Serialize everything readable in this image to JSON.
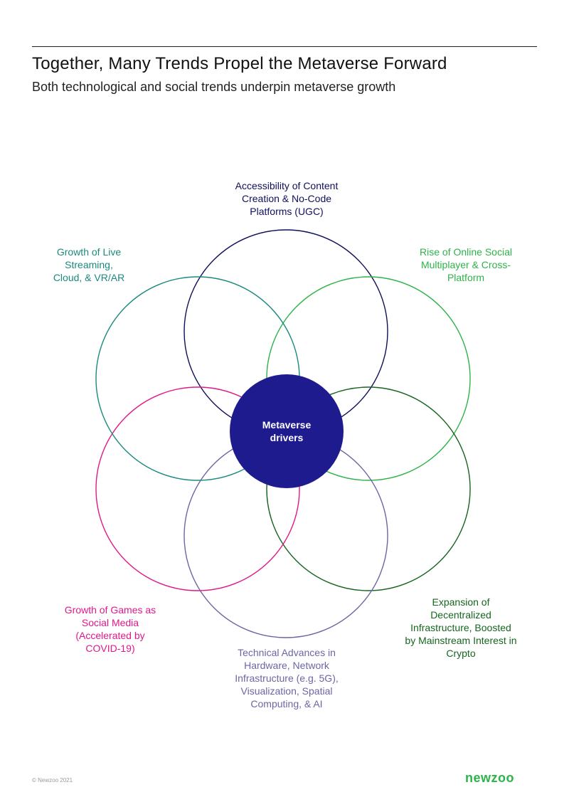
{
  "header": {
    "title": "Together, Many Trends Propel the Metaverse Forward",
    "subtitle": "Both technological and social trends underpin metaverse growth"
  },
  "diagram": {
    "center": {
      "lines": [
        "Metaverse",
        "drivers"
      ],
      "fill": "#1d1b8e",
      "text_color": "#ffffff"
    },
    "drivers": [
      {
        "id": "ugc",
        "lines": [
          "Accessibility of Content",
          "Creation & No-Code",
          "Platforms (UGC)"
        ],
        "color": "#0f0f5c"
      },
      {
        "id": "social",
        "lines": [
          "Rise of Online Social",
          "Multiplayer & Cross-",
          "Platform"
        ],
        "color": "#2db34a"
      },
      {
        "id": "crypto",
        "lines": [
          "Expansion of",
          "Decentralized",
          "Infrastructure, Boosted",
          "by Mainstream Interest in",
          "Crypto"
        ],
        "color": "#16651f"
      },
      {
        "id": "tech",
        "lines": [
          "Technical Advances in",
          "Hardware, Network",
          "Infrastructure (e.g. 5G),",
          "Visualization, Spatial",
          "Computing, & AI"
        ],
        "color": "#6b66a3"
      },
      {
        "id": "games",
        "lines": [
          "Growth of Games as",
          "Social Media",
          "(Accelerated by",
          "COVID-19)"
        ],
        "color": "#e0198a"
      },
      {
        "id": "streaming",
        "lines": [
          "Growth of Live",
          "Streaming,",
          "Cloud, & VR/AR"
        ],
        "color": "#1b8a7e"
      }
    ]
  },
  "footer": {
    "copyright": "© Newzoo 2021",
    "logo": "newzoo",
    "logo_color": "#2bb44a"
  }
}
